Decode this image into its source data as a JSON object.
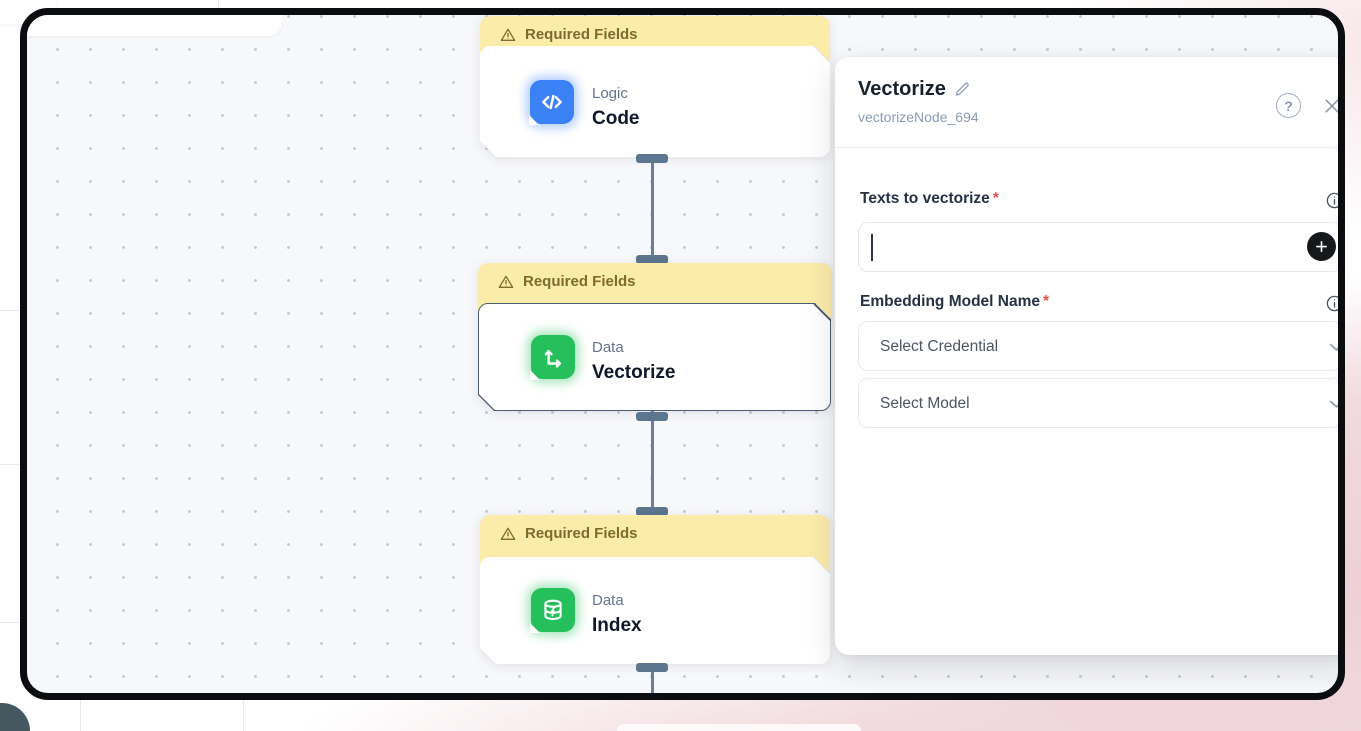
{
  "nodes": {
    "code": {
      "banner": "Required Fields",
      "category": "Logic",
      "title": "Code"
    },
    "vectorize": {
      "banner": "Required Fields",
      "category": "Data",
      "title": "Vectorize",
      "selected": true
    },
    "index": {
      "banner": "Required Fields",
      "category": "Data",
      "title": "Index"
    }
  },
  "panel": {
    "title": "Vectorize",
    "subtitle": "vectorizeNode_694",
    "required_marker": "*",
    "help_glyph": "?",
    "fields": {
      "texts": {
        "label": "Texts to vectorize",
        "value": "",
        "required": true
      },
      "embedding": {
        "label": "Embedding Model Name",
        "required": true,
        "credential_placeholder": "Select Credential",
        "model_placeholder": "Select Model"
      }
    }
  },
  "icons": {
    "warning": "warning-triangle",
    "code": "code-brackets",
    "vectorize": "axes-arrows",
    "index": "database-bolt",
    "edit": "pencil",
    "help": "question-circle",
    "close": "x",
    "info": "info-circle",
    "add": "plus-circle",
    "dropdown": "chevron-down"
  },
  "colors": {
    "banner_bg": "#fcecaa",
    "banner_text": "#7d6c2f",
    "logic_icon": "#3b82f6",
    "data_icon": "#25c05b",
    "connector": "#5d7690",
    "selected_border": "#4b5b72",
    "required_asterisk": "#e4554a",
    "canvas_bg": "#f7f8fb",
    "panel_bg": "#ffffff",
    "frame": "#0c0d10"
  }
}
